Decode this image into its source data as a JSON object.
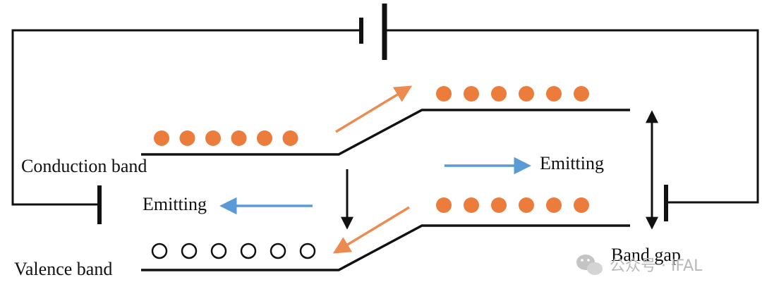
{
  "labels": {
    "conduction_band": "Conduction band",
    "valence_band": "Valence band",
    "emitting_right": "Emitting",
    "emitting_left": "Emitting",
    "band_gap": "Band gap"
  },
  "watermark": {
    "text": "公众号 · IFAL",
    "icon": "wechat-icon"
  },
  "particles": {
    "left_conduction_electrons": 6,
    "right_conduction_electrons": 6,
    "right_valence_electrons": 6,
    "left_valence_holes": 6
  },
  "colors": {
    "electron": "#ec7c3c",
    "hole_stroke": "#111111",
    "orange_arrow": "#ec8a50",
    "blue_arrow": "#5b9bd5",
    "line": "#111111",
    "watermark": "#b9b9b9"
  }
}
